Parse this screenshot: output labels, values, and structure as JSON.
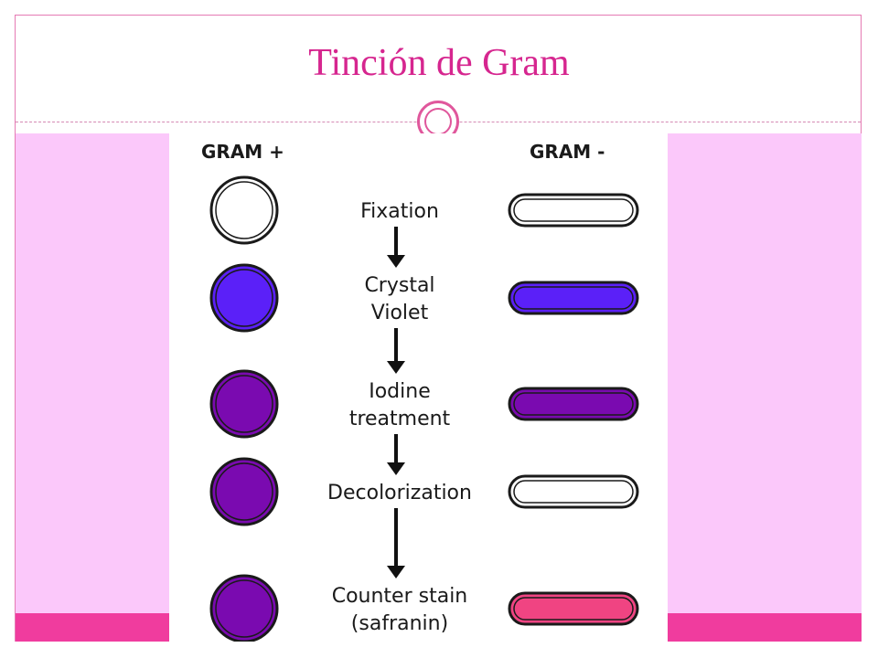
{
  "slide": {
    "title": "Tinción de Gram"
  },
  "diagram": {
    "gram_positive_header": "GRAM +",
    "gram_negative_header": "GRAM -",
    "steps": [
      {
        "lines": [
          "Fixation"
        ],
        "gram_positive_color": "#ffffff",
        "gram_negative_color": "#ffffff"
      },
      {
        "lines": [
          "Crystal",
          "Violet"
        ],
        "gram_positive_color": "#5b20f8",
        "gram_negative_color": "#5b20f8"
      },
      {
        "lines": [
          "Iodine",
          "treatment"
        ],
        "gram_positive_color": "#7a0ab0",
        "gram_negative_color": "#7a0ab0"
      },
      {
        "lines": [
          "Decolorization"
        ],
        "gram_positive_color": "#7a0ab0",
        "gram_negative_color": "#ffffff"
      },
      {
        "lines": [
          "Counter stain",
          "(safranin)"
        ],
        "gram_positive_color": "#7a0ab0",
        "gram_negative_color": "#f04482"
      }
    ]
  },
  "colors": {
    "title": "#d6268f",
    "accent_band": "#fbc8fa",
    "accent_strip": "#f03c9e"
  }
}
